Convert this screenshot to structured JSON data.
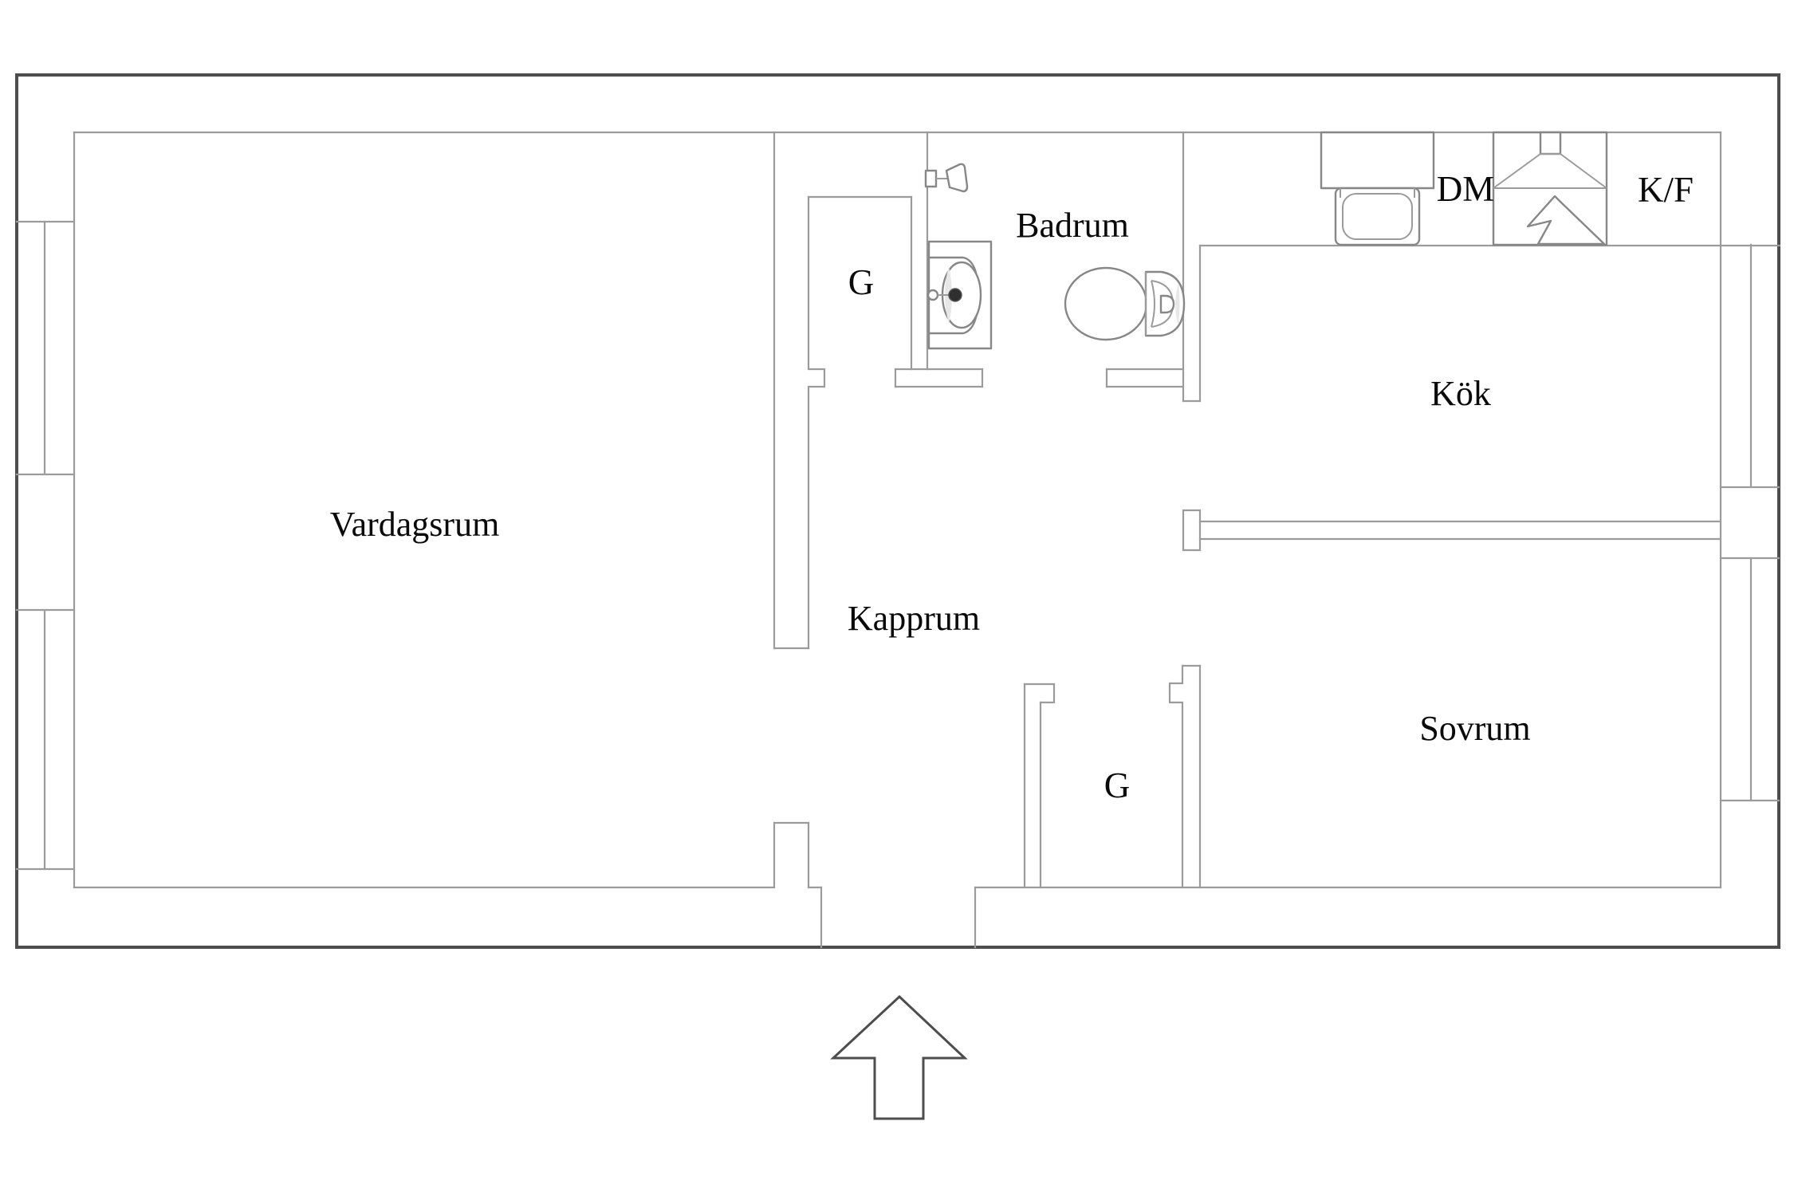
{
  "plan": {
    "type": "floor-plan",
    "rooms": [
      {
        "id": "vardagsrum",
        "label": "Vardagsrum"
      },
      {
        "id": "badrum",
        "label": "Badrum"
      },
      {
        "id": "kok",
        "label": "Kök"
      },
      {
        "id": "kapprum",
        "label": "Kapprum"
      },
      {
        "id": "sovrum",
        "label": "Sovrum"
      }
    ],
    "closets": {
      "top": {
        "label": "G"
      },
      "bottom": {
        "label": "G"
      }
    },
    "appliance_labels": {
      "dishwasher": "DM",
      "fridge_freezer": "K/F"
    },
    "icons": [
      "kitchen-sink-icon",
      "stove-hood-icon",
      "shower-icon",
      "washbasin-icon",
      "toilet-icon",
      "entrance-arrow-icon",
      "window-icon"
    ],
    "colors": {
      "outer_wall": "#4d4d4d",
      "interior_wall": "#9b9b9b",
      "fixture_line": "#878787",
      "label_text": "#0a0a0a",
      "background": "#ffffff"
    },
    "windows": {
      "left_wall": 2,
      "right_wall": 2
    }
  }
}
